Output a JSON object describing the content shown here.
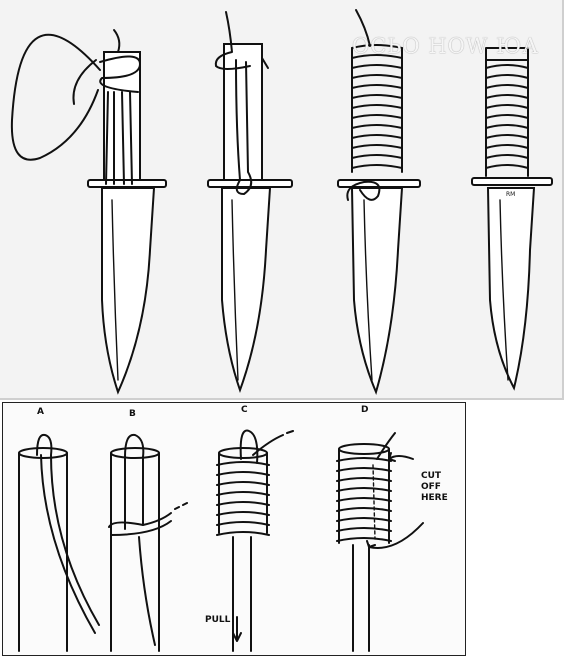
{
  "watermark": "ОСЬО HOW ЮА",
  "step_labels": [
    "A",
    "B",
    "C",
    "D"
  ],
  "pull_label": "PULL",
  "cut_note": "CUT\nOFF\nHERE",
  "colors": {
    "line": "#111111",
    "background": "#ffffff",
    "top_background": "#f3f3f3"
  },
  "stamp": "RM"
}
